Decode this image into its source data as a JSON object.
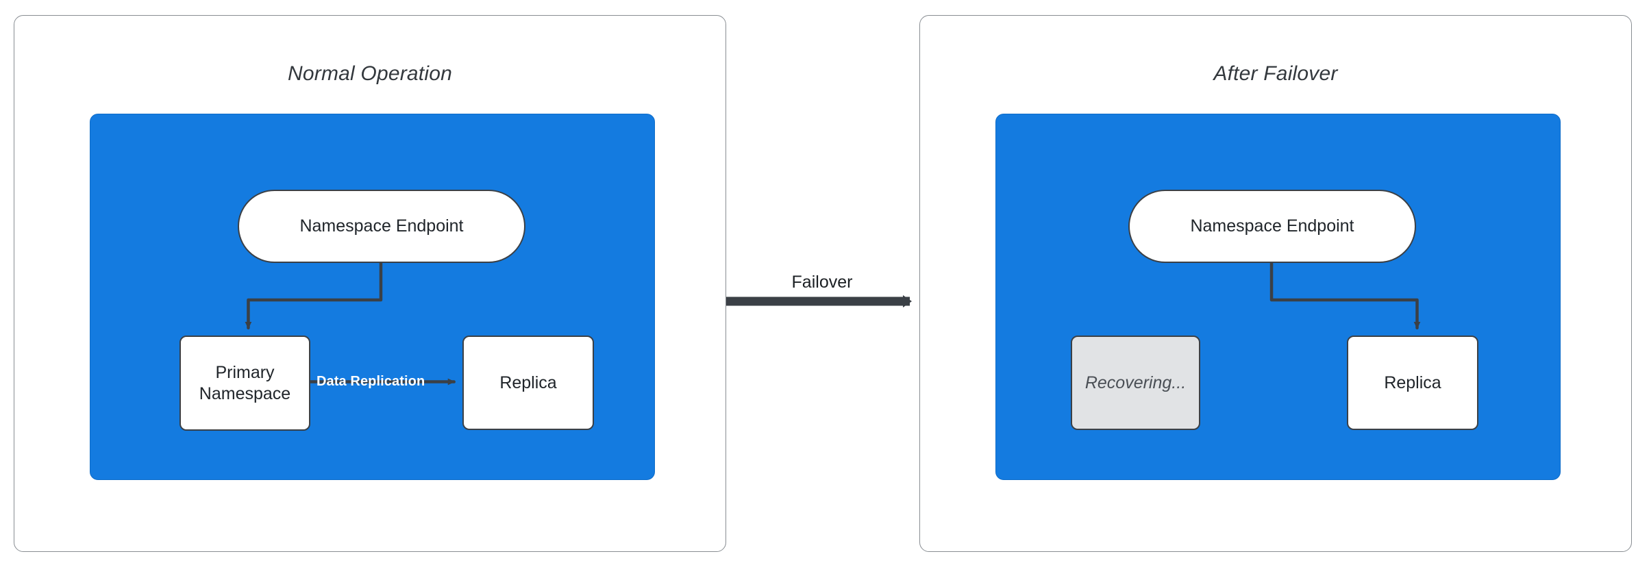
{
  "diagram": {
    "type": "architecture-failover-diagram",
    "colors": {
      "cluster_blue": "#147be0",
      "node_white": "#ffffff",
      "node_disabled_gray": "#e1e3e5",
      "stroke_dark": "#3b4046",
      "panel_border": "#888d92",
      "title_text": "#33383d",
      "edge_label_white": "#ffffff"
    }
  },
  "panels": [
    {
      "id": "normal-operation",
      "title": "Normal Operation",
      "nodes": [
        {
          "id": "endpoint",
          "label": "Namespace Endpoint",
          "shape": "pill",
          "state": "active"
        },
        {
          "id": "primary",
          "label": "Primary\nNamespace",
          "line1": "Primary",
          "line2": "Namespace",
          "shape": "rect",
          "state": "active"
        },
        {
          "id": "replica",
          "label": "Replica",
          "shape": "rect",
          "state": "active"
        }
      ],
      "edges": [
        {
          "from": "endpoint",
          "to": "primary",
          "label": "",
          "style": "orthogonal-arrow"
        },
        {
          "from": "primary",
          "to": "replica",
          "label": "Data Replication",
          "style": "straight-arrow"
        }
      ]
    },
    {
      "id": "after-failover",
      "title": "After Failover",
      "nodes": [
        {
          "id": "endpoint",
          "label": "Namespace Endpoint",
          "shape": "pill",
          "state": "active"
        },
        {
          "id": "recovering",
          "label": "Recovering...",
          "shape": "rect",
          "state": "disabled"
        },
        {
          "id": "replica",
          "label": "Replica",
          "shape": "rect",
          "state": "active"
        }
      ],
      "edges": [
        {
          "from": "endpoint",
          "to": "replica",
          "label": "",
          "style": "orthogonal-arrow"
        }
      ]
    }
  ],
  "transition": {
    "label": "Failover",
    "direction": "left-to-right",
    "from_panel": "normal-operation",
    "to_panel": "after-failover"
  }
}
